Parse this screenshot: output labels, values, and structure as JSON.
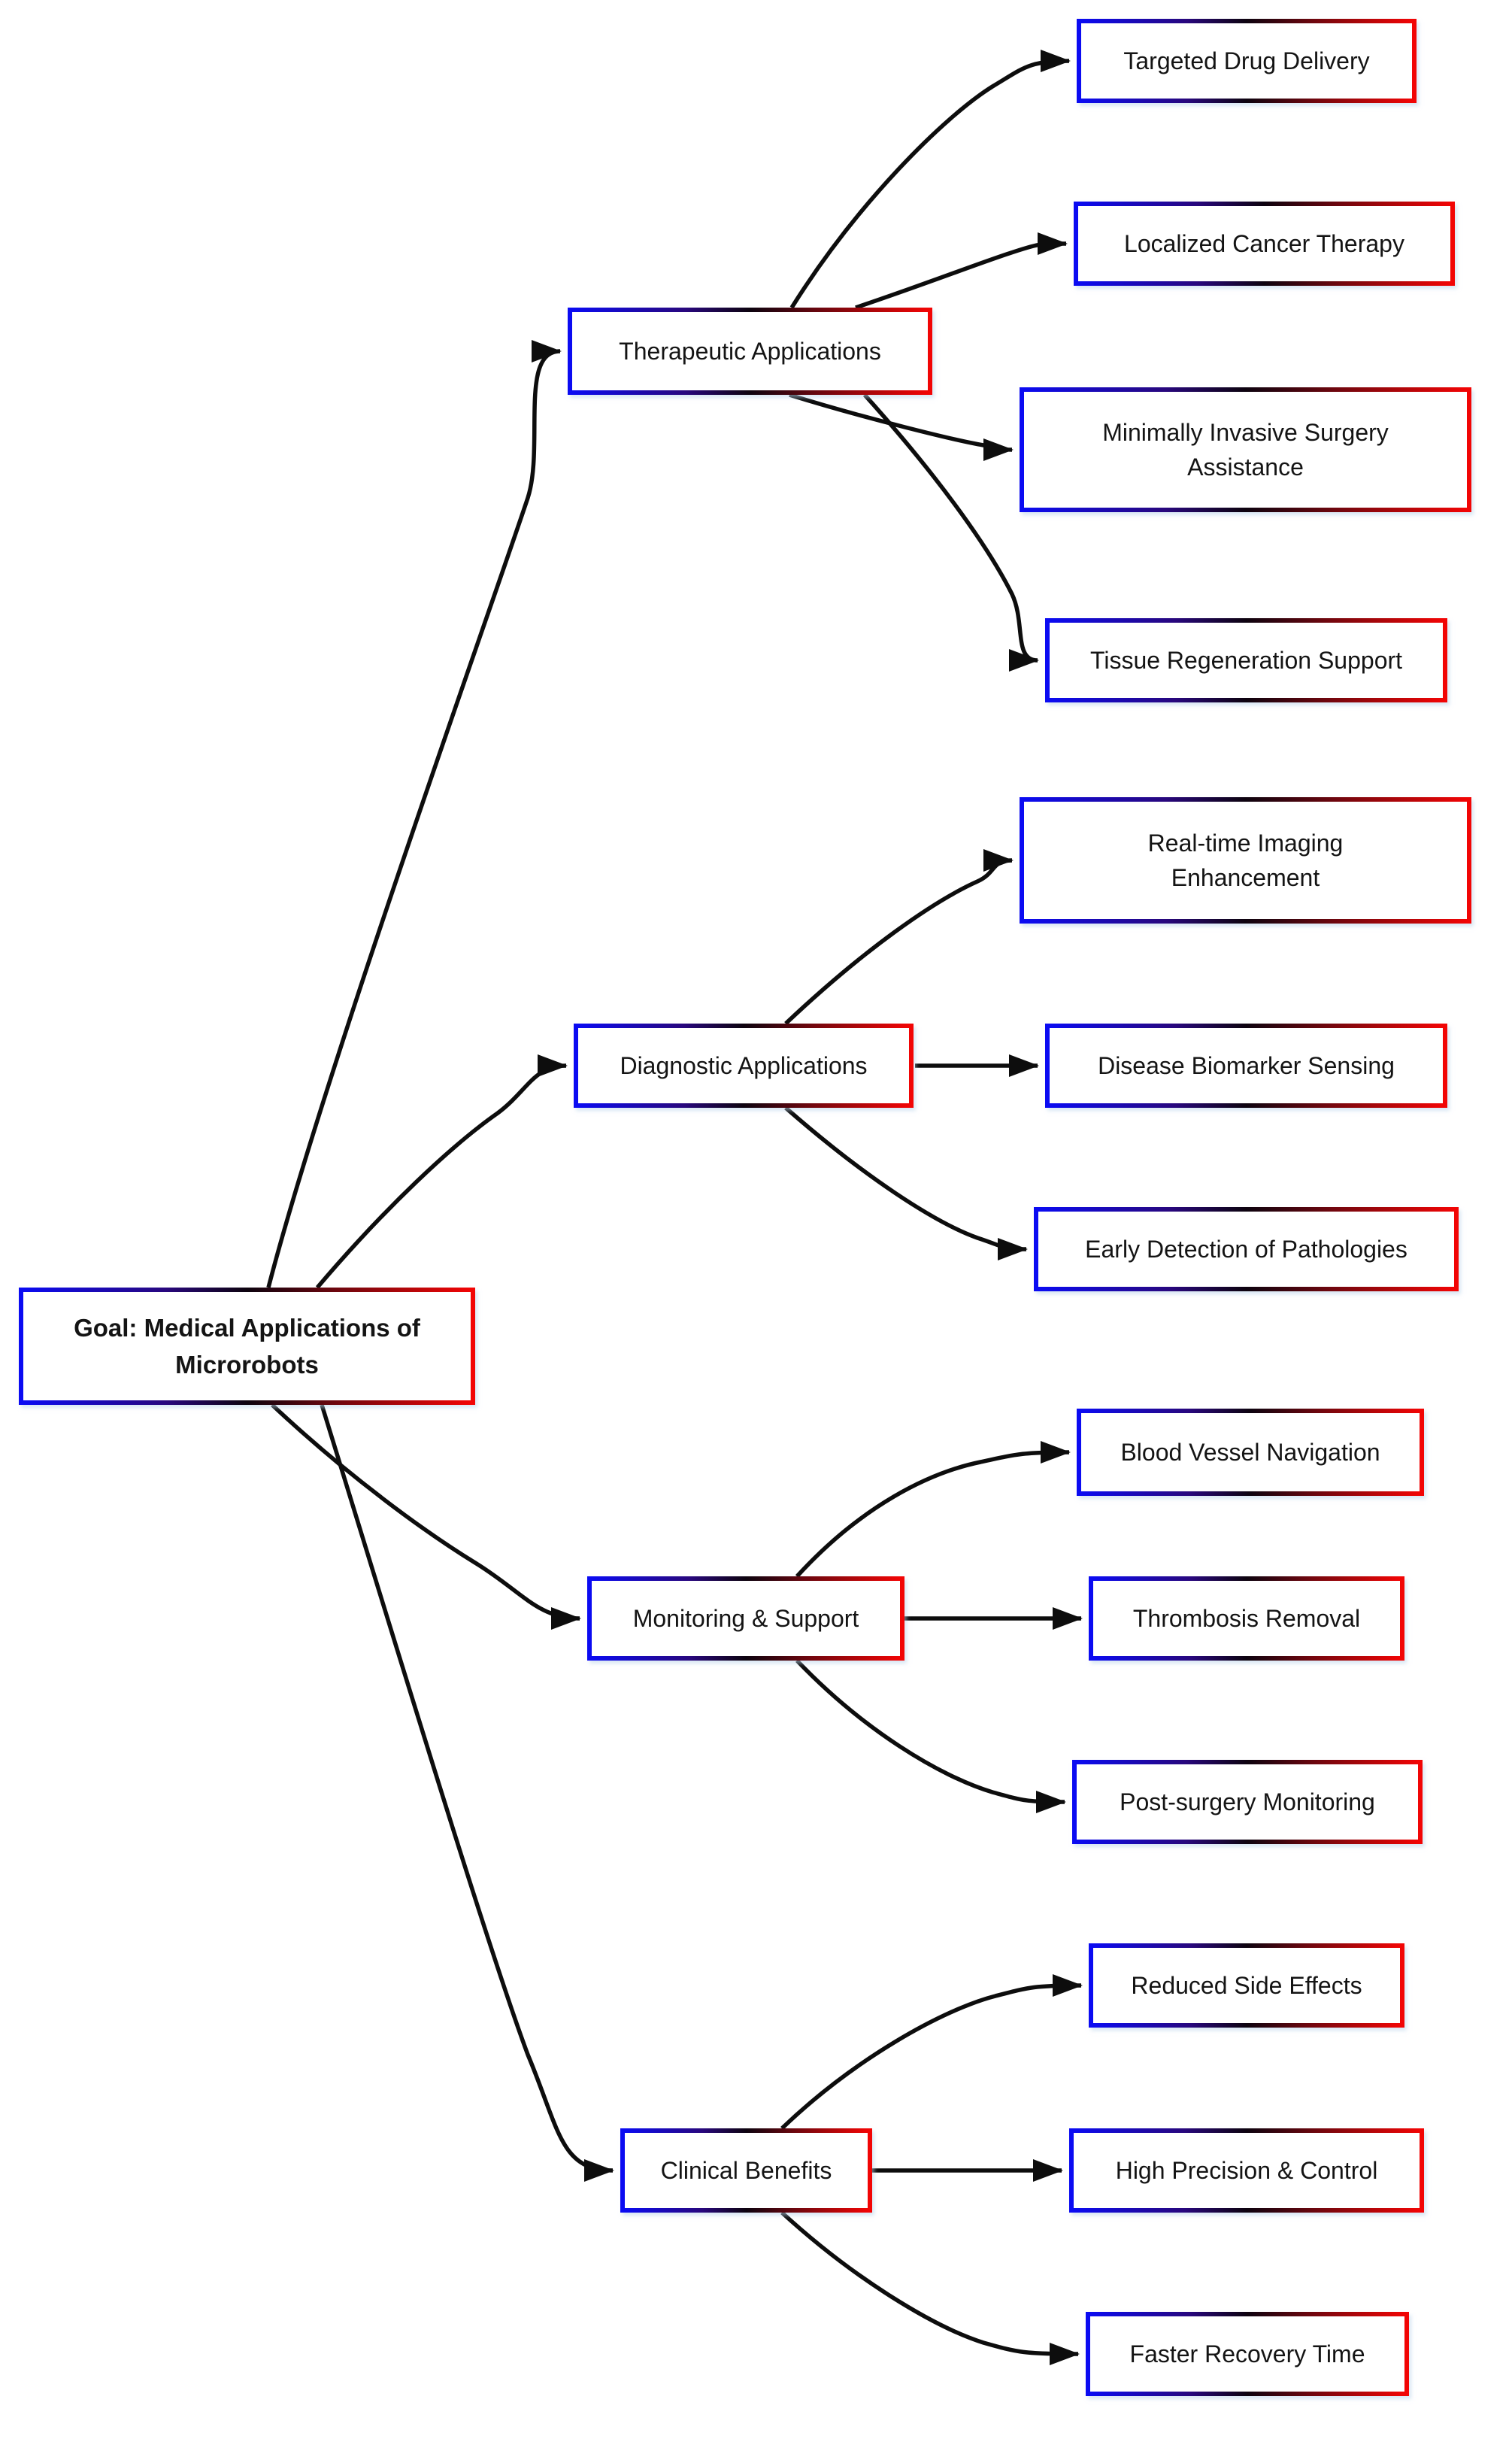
{
  "diagram": {
    "title": "Goal: Medical Applications of Microrobots",
    "colors": {
      "background": "#ffffff",
      "border_blue": "#0b0bf2",
      "border_red": "#f20505",
      "edge": "#0d0d0d",
      "text": "#141414"
    },
    "nodes": [
      {
        "id": "root",
        "label": "Goal: Medical Applications of Microrobots",
        "level": "root"
      },
      {
        "id": "therapeutic",
        "label": "Therapeutic Applications",
        "level": "category"
      },
      {
        "id": "diagnostic",
        "label": "Diagnostic Applications",
        "level": "category"
      },
      {
        "id": "monitoring",
        "label": "Monitoring & Support",
        "level": "category"
      },
      {
        "id": "clinical",
        "label": "Clinical Benefits",
        "level": "category"
      },
      {
        "id": "targeted",
        "label": "Targeted Drug Delivery",
        "level": "leaf"
      },
      {
        "id": "localized",
        "label": "Localized Cancer Therapy",
        "level": "leaf"
      },
      {
        "id": "minimally",
        "label": "Minimally Invasive Surgery Assistance",
        "level": "leaf"
      },
      {
        "id": "tissue",
        "label": "Tissue Regeneration Support",
        "level": "leaf"
      },
      {
        "id": "realtime",
        "label": "Real-time Imaging Enhancement",
        "level": "leaf"
      },
      {
        "id": "disease",
        "label": "Disease Biomarker Sensing",
        "level": "leaf"
      },
      {
        "id": "early",
        "label": "Early Detection of Pathologies",
        "level": "leaf"
      },
      {
        "id": "blood",
        "label": "Blood Vessel Navigation",
        "level": "leaf"
      },
      {
        "id": "thrombosis",
        "label": "Thrombosis Removal",
        "level": "leaf"
      },
      {
        "id": "postsurgery",
        "label": "Post-surgery Monitoring",
        "level": "leaf"
      },
      {
        "id": "reduced",
        "label": "Reduced Side Effects",
        "level": "leaf"
      },
      {
        "id": "highprecision",
        "label": "High Precision & Control",
        "level": "leaf"
      },
      {
        "id": "faster",
        "label": "Faster Recovery Time",
        "level": "leaf"
      }
    ],
    "edges": [
      {
        "from": "root",
        "to": "therapeutic"
      },
      {
        "from": "root",
        "to": "diagnostic"
      },
      {
        "from": "root",
        "to": "monitoring"
      },
      {
        "from": "root",
        "to": "clinical"
      },
      {
        "from": "therapeutic",
        "to": "targeted"
      },
      {
        "from": "therapeutic",
        "to": "localized"
      },
      {
        "from": "therapeutic",
        "to": "minimally"
      },
      {
        "from": "therapeutic",
        "to": "tissue"
      },
      {
        "from": "diagnostic",
        "to": "realtime"
      },
      {
        "from": "diagnostic",
        "to": "disease"
      },
      {
        "from": "diagnostic",
        "to": "early"
      },
      {
        "from": "monitoring",
        "to": "blood"
      },
      {
        "from": "monitoring",
        "to": "thrombosis"
      },
      {
        "from": "monitoring",
        "to": "postsurgery"
      },
      {
        "from": "clinical",
        "to": "reduced"
      },
      {
        "from": "clinical",
        "to": "highprecision"
      },
      {
        "from": "clinical",
        "to": "faster"
      }
    ]
  }
}
